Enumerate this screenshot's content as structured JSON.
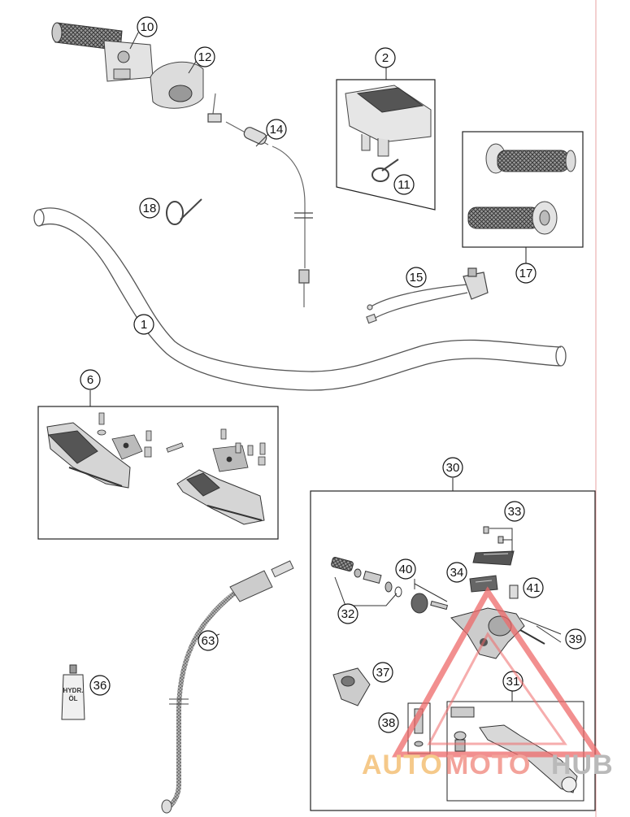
{
  "diagram": {
    "callouts": {
      "c1": "1",
      "c2": "2",
      "c6": "6",
      "c10": "10",
      "c11": "11",
      "c12": "12",
      "c14": "14",
      "c15": "15",
      "c17": "17",
      "c18": "18",
      "c30": "30",
      "c31": "31",
      "c32": "32",
      "c33": "33",
      "c34": "34",
      "c36": "36",
      "c37": "37",
      "c38": "38",
      "c39": "39",
      "c40": "40",
      "c41": "41",
      "c63": "63"
    },
    "bottle_label": "HYDR.\nÖL",
    "bottle_line1": "HYDR.",
    "bottle_line2": "ÖL"
  },
  "watermark": {
    "text_auto": "AUTO",
    "text_moto": "MOTO",
    "text_hub": "HUB",
    "color_auto": "#f5c98a",
    "color_moto": "#f3a29a",
    "color_hub": "#b9b9b9",
    "triangle_color": "#ee6a6a"
  },
  "colors": {
    "line": "#555555",
    "border": "#222222",
    "margin_rule": "#e7a0a0"
  }
}
